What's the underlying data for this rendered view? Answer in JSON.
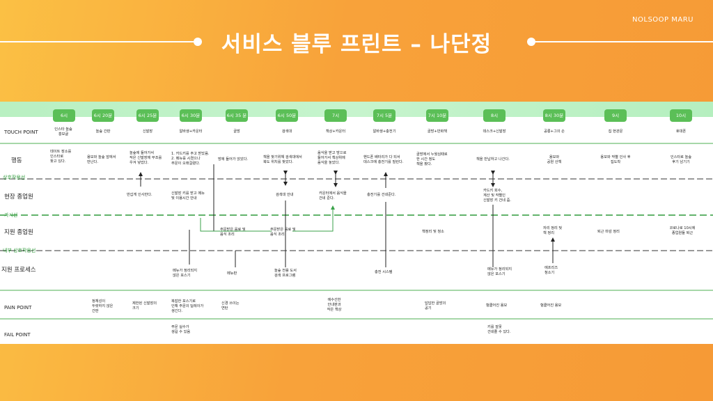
{
  "header": {
    "brand": "NOLSOOP MARU",
    "title": "서비스 블루 프린트 – 나단정"
  },
  "times": [
    "6시",
    "6시 20분",
    "6시 25분",
    "6시 30분",
    "6시 35 분",
    "6시 50분",
    "7시",
    "7시 5분",
    "7시 10분",
    "8시",
    "8시 30분",
    "9시",
    "10시"
  ],
  "rows": {
    "touch_point": "TOUCH POINT",
    "action": "행동",
    "interaction_line": "상호작용선",
    "onsite_staff": "현장 종업원",
    "visibility_line": "가시선",
    "support_staff": "지원 종업원",
    "internal_line": "내부 상호작용선",
    "support_process": "지원 프로세스",
    "pain_point": "PAIN POINT",
    "fail_point": "FAIL POINT"
  },
  "touch_points": [
    "인스타 놀숲\n홍보글",
    "놀숲 간판",
    "신발장",
    "알바생+카운터",
    "골방",
    "검색대",
    "책상+카운터",
    "알바생+충전기",
    "골방+만화책",
    "데스크+신발장",
    "공룡+그의 손",
    "집 현관문",
    "휴대폰"
  ],
  "actions": [
    "데이트 장소를\n인스타로\n찾고 있다.",
    "용모와 놀숲 앞에서\n만난다.",
    "놀숲에 들어가서\n작은 신발장에 무조를\n우겨 넣었다.",
    "1. 카드키를 주고 받았음.\n2. 메뉴를 시켰으나\n   주문이 오래걸렸다.",
    "방에 들어가 앉았다.",
    "책을 찾기위해 검색대에서\n북도 위치를 찾았다.",
    "음식을 받고 방으로\n들어가서 책상위에\n음식을 놓았다.",
    "핸드폰 배터리가 다 되서\n데스크에 충전기를 빌린다.",
    "골방에서 누웠심때로\n한 시간 정도\n책을 봤다.",
    "책을 반납하고 나간다.",
    "용모와\n공원 산책",
    "용모와 작별 인사 후\n집도착",
    "인스타로 놀숲\n후기 남기기"
  ],
  "onsite": {
    "c1": "반갑게 인사한다.",
    "c3": "신발장 키를 받고 메뉴\n및 이용시간 안내",
    "c5": "검색대 안내",
    "c6": "카운터에서 음식을\n건네 준다.",
    "c7": "충전기를 건네준다.",
    "c9": "카드키 회수,\n계산 및 작별인\n신발장 키 건네 줌."
  },
  "support_staff": {
    "a": "주문받은 음료 및\n음식 조리",
    "b": "주문받은 음료 및\n음식 조리",
    "c8": "책정리 및 청소",
    "c10": "자리 정리 및\n책 정리",
    "c11": "퇴근 마감 정리",
    "c12": "코로나로 10시에\n종업원들 퇴근"
  },
  "support_process": {
    "c3": "메뉴가 정리되지\n않은 포스기",
    "c4": "메뉴판",
    "c5": "놀숲 전용 도서\n검색 프로그램",
    "c7": "충전 시스템",
    "c9": "메뉴가 정리되지\n않은 포스기",
    "c10": "에프리즈\n청소기"
  },
  "pain_points": {
    "c1": "정체성이\n두렷하지 않은\n간판",
    "c2": "제한된 신발장의\n크기",
    "c3": "복잡한 포스기로\n인해 주문의 딜레이가\n생긴다.",
    "c4": "신경 쓰이는\n연탄",
    "c6": "에수선한\n안내판과\n작은 책상",
    "c8": "답답한 골방의\n공기",
    "c9": "헝클어진 용모",
    "c10": "헝클어진 용모"
  },
  "fail_points": {
    "c3": "주문 실수가\n생길 수 있음",
    "c9": "키를 잘못\n건네줄 수 있다."
  },
  "colors": {
    "orange": "#f8a233",
    "green": "#5bbf57",
    "line_green": "#2e9a3a"
  }
}
